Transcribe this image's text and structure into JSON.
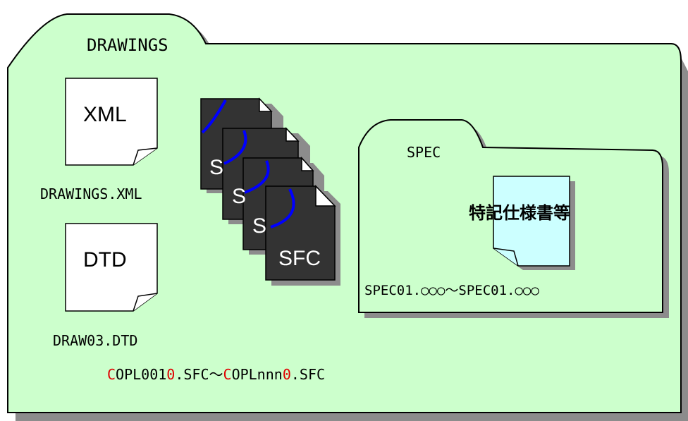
{
  "main_folder": {
    "title": "DRAWINGS",
    "fill": "#ccffcc"
  },
  "xml_doc": {
    "icon_text": "XML",
    "file_name": "DRAWINGS.XML"
  },
  "dtd_doc": {
    "icon_text": "DTD",
    "file_name": "DRAW03.DTD"
  },
  "sfc_stack": {
    "front_label": "SFC",
    "peek_label": "S",
    "file_range": {
      "start_prefix": "C",
      "start_mid": "OPL001",
      "start_red": "0",
      "start_ext": ".SFC",
      "separator": "～",
      "end_prefix": "C",
      "end_mid": "OPLnnn",
      "end_red": "0",
      "end_ext": ".SFC"
    },
    "page_color": "#333333",
    "arc_color": "#0000ff"
  },
  "spec_folder": {
    "title": "SPEC",
    "doc_label": "特記仕様書等",
    "file_range": "SPEC01.○○○～SPEC01.○○○",
    "doc_fill": "#ccffff"
  },
  "colors": {
    "highlight": "#e10000",
    "shadow": "#8c8c8c",
    "outline": "#000000"
  }
}
